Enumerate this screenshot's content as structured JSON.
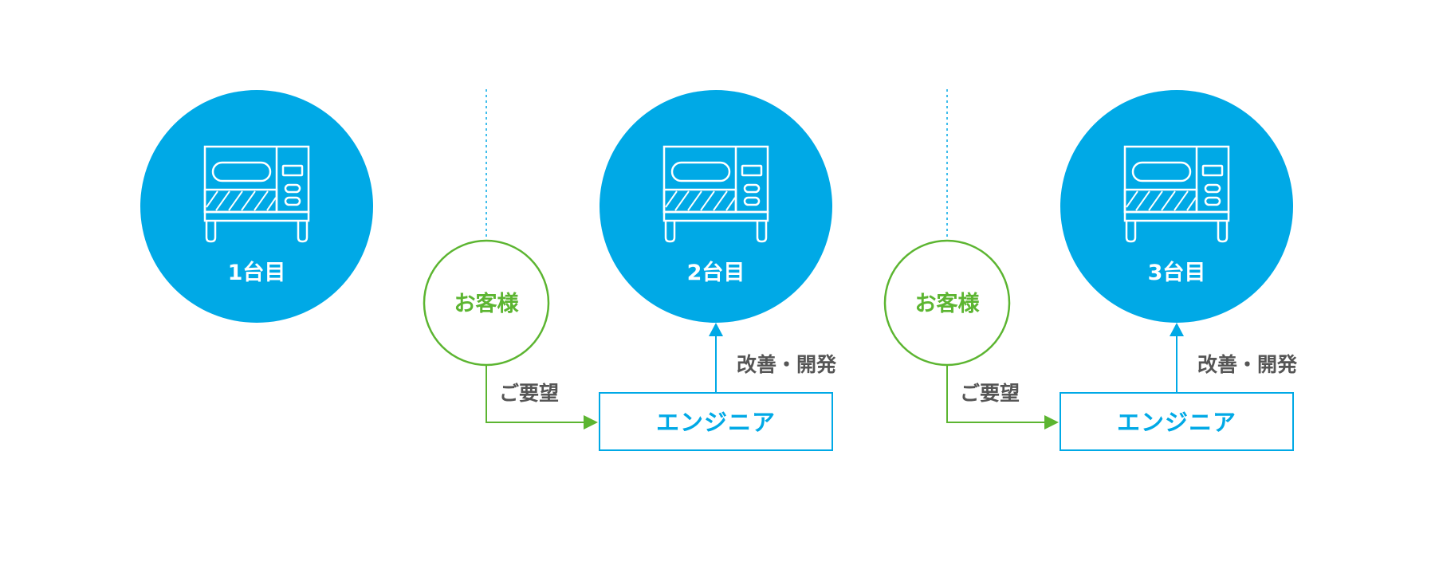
{
  "colors": {
    "brand_blue": "#00a9e6",
    "customer_green": "#5cb531",
    "flow_text": "#555555",
    "background": "#ffffff"
  },
  "icons": {
    "machine": "machine-icon"
  },
  "units": [
    {
      "label": "1台目"
    },
    {
      "label": "2台目"
    },
    {
      "label": "3台目"
    }
  ],
  "cycles": [
    {
      "customer": "お客様",
      "request": "ご要望",
      "engineer": "エンジニア",
      "improvement": "改善・開発"
    },
    {
      "customer": "お客様",
      "request": "ご要望",
      "engineer": "エンジニア",
      "improvement": "改善・開発"
    }
  ]
}
